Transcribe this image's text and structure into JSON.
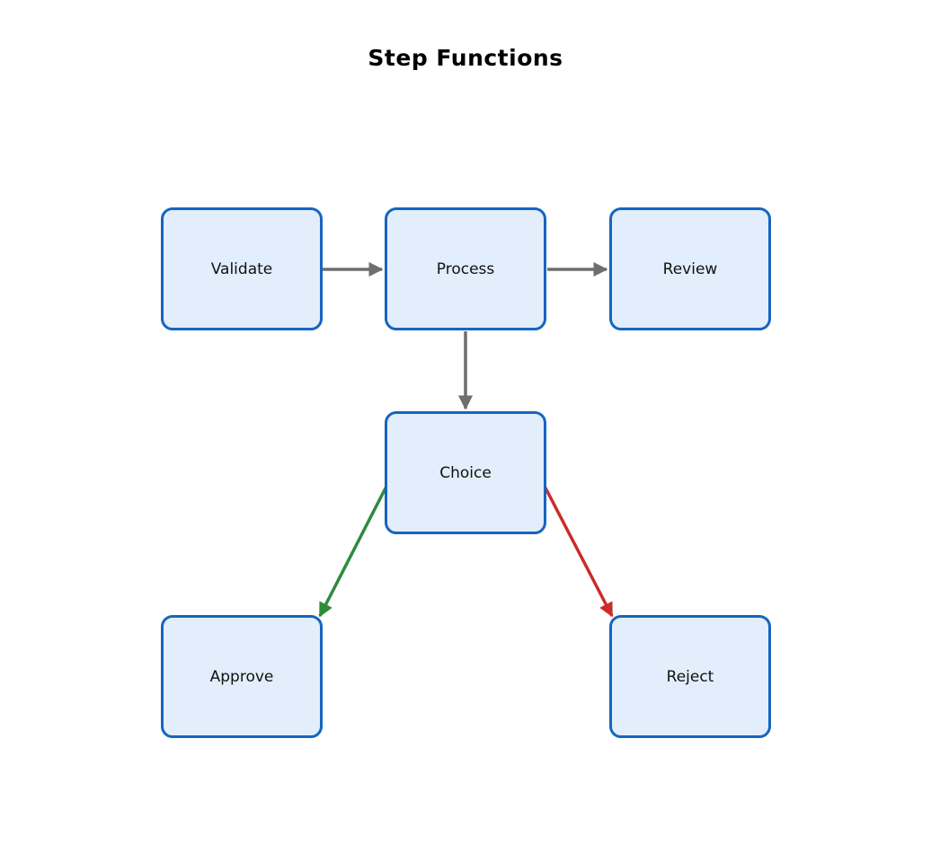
{
  "title": "Step Functions",
  "diagram": {
    "nodes": [
      {
        "id": "validate",
        "label": "Validate"
      },
      {
        "id": "process",
        "label": "Process"
      },
      {
        "id": "review",
        "label": "Review"
      },
      {
        "id": "choice",
        "label": "Choice"
      },
      {
        "id": "approve",
        "label": "Approve"
      },
      {
        "id": "reject",
        "label": "Reject"
      }
    ],
    "edges": [
      {
        "from": "validate",
        "to": "process",
        "color_role": "neutral"
      },
      {
        "from": "process",
        "to": "review",
        "color_role": "neutral"
      },
      {
        "from": "process",
        "to": "choice",
        "color_role": "neutral"
      },
      {
        "from": "choice",
        "to": "approve",
        "color_role": "success"
      },
      {
        "from": "choice",
        "to": "reject",
        "color_role": "danger"
      }
    ]
  },
  "colors": {
    "background": "#ffffff",
    "node-fill": "#e2eefb",
    "node-border": "#1565c0",
    "node-text": "#111111",
    "edge-neutral": "#6e6e6e",
    "edge-success": "#2e8b3c",
    "edge-danger": "#cc2b2b",
    "title-color": "#000000"
  }
}
